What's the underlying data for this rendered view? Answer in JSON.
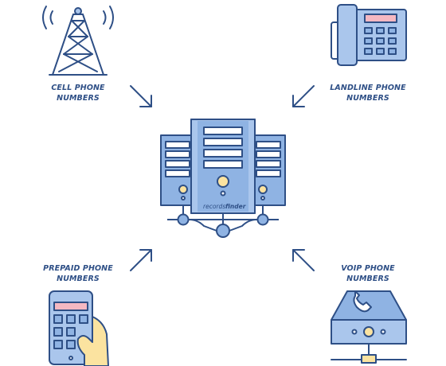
{
  "sources": [
    {
      "id": "cell",
      "line1": "CELL PHONE",
      "line2": "NUMBERS",
      "icon": "cell-tower-icon"
    },
    {
      "id": "landline",
      "line1": "LANDLINE PHONE",
      "line2": "NUMBERS",
      "icon": "desk-phone-icon"
    },
    {
      "id": "prepaid",
      "line1": "PREPAID PHONE",
      "line2": "NUMBERS",
      "icon": "smartphone-hand-icon"
    },
    {
      "id": "voip",
      "line1": "VOIP PHONE",
      "line2": "NUMBERS",
      "icon": "voip-device-icon"
    }
  ],
  "hub": {
    "icon": "server-cluster-icon",
    "brand_prefix": "records",
    "brand_suffix": "finder"
  },
  "colors": {
    "stroke": "#2e4f86",
    "fill_light": "#aac6ec",
    "fill_mid": "#8fb3e3",
    "yellow": "#fbe3a0",
    "pink": "#f4b8c2",
    "white": "#ffffff"
  }
}
